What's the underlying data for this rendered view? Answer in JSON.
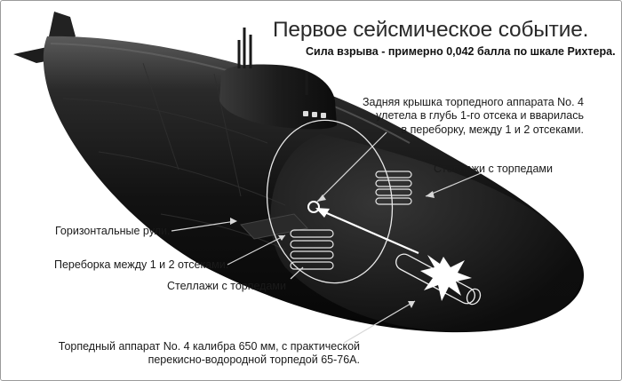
{
  "title": "Первое сейсмическое событие.",
  "subtitle": "Сила взрыва - примерно 0,042 балла по шкале Рихтера.",
  "callouts": {
    "rear_cover": [
      "Задняя крышка торпедного аппарата No. 4",
      "улетела в глубь 1-го отсека и вварилась",
      "в переборку, между 1 и 2 отсеками."
    ],
    "torpedo_racks_top": "Стеллажи с торпедами",
    "horizontal_rudders": "Горизонтальные рули.",
    "bulkhead": "Переборка между 1 и 2 отсеками.",
    "torpedo_racks_bottom": "Стеллажи с торпедами",
    "torpedo_tube": [
      "Торпедный аппарат No. 4 калибра 650 мм, с практической",
      "перекисно-водородной торпедой 65-76А."
    ]
  },
  "colors": {
    "hull": "#161616",
    "hull_highlight": "#4a4a4a",
    "callout_line": "#e8e8e8",
    "explosion": "#ffffff"
  }
}
